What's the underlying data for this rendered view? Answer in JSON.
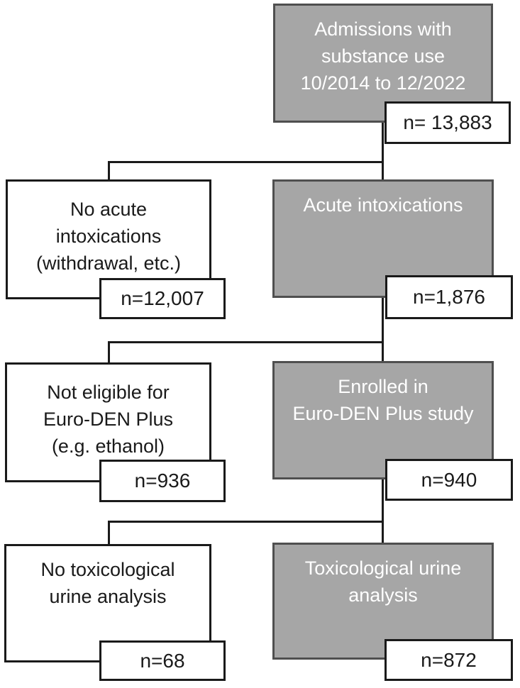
{
  "diagram": {
    "type": "flowchart",
    "description": "Study enrollment flow (CONSORT-style) for Euro-DEN Plus substance use admissions",
    "nodes": [
      {
        "id": "admissions",
        "role": "primary",
        "label": "Admissions with\nsubstance use\n10/2014 to 12/2022",
        "count": "n= 13,883"
      },
      {
        "id": "no-acute-intoxications",
        "role": "excluded",
        "label": "No acute\nintoxications\n(withdrawal, etc.)",
        "count": "n=12,007"
      },
      {
        "id": "acute-intoxications",
        "role": "primary",
        "label": "Acute intoxications",
        "count": "n=1,876"
      },
      {
        "id": "not-eligible",
        "role": "excluded",
        "label": "Not eligible for\nEuro-DEN Plus\n(e.g. ethanol)",
        "count": "n=936"
      },
      {
        "id": "enrolled",
        "role": "primary",
        "label": "Enrolled in\nEuro-DEN Plus study",
        "count": "n=940"
      },
      {
        "id": "no-urine-analysis",
        "role": "excluded",
        "label": "No toxicological\nurine analysis",
        "count": "n=68"
      },
      {
        "id": "urine-analysis",
        "role": "primary",
        "label": "Toxicological urine\nanalysis",
        "count": "n=872"
      }
    ],
    "edges": [
      {
        "from": "admissions",
        "to": "acute-intoxications"
      },
      {
        "from": "admissions",
        "to": "no-acute-intoxications"
      },
      {
        "from": "acute-intoxications",
        "to": "enrolled"
      },
      {
        "from": "acute-intoxications",
        "to": "not-eligible"
      },
      {
        "from": "enrolled",
        "to": "urine-analysis"
      },
      {
        "from": "enrolled",
        "to": "no-urine-analysis"
      }
    ],
    "colors": {
      "primary_fill": "#a6a6a6",
      "primary_border": "#4f4f4f",
      "primary_text": "#ffffff",
      "excluded_fill": "#ffffff",
      "excluded_border": "#1a1a1a",
      "badge_fill": "#ffffff",
      "line": "#1a1a1a"
    }
  }
}
